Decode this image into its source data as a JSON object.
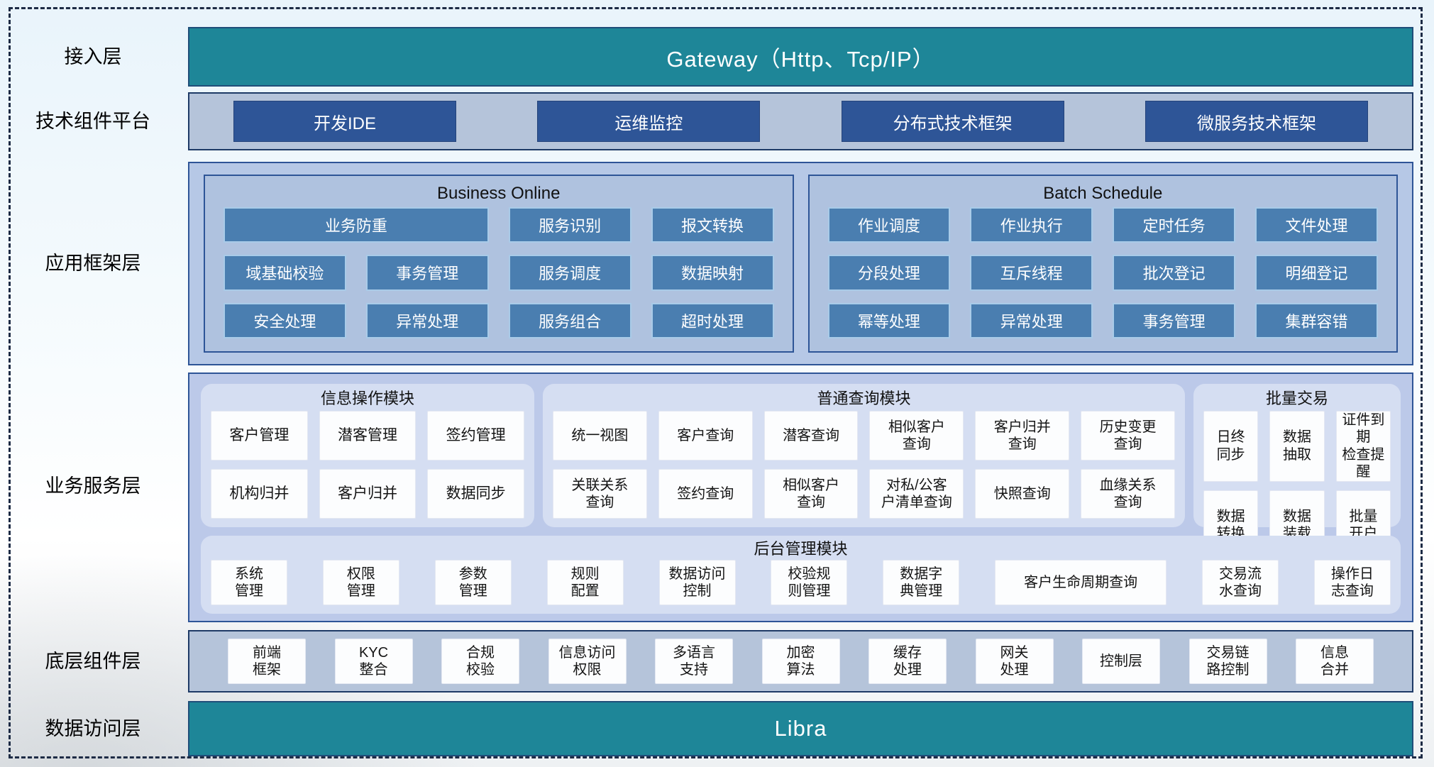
{
  "colors": {
    "teal_bar": "#1E8698",
    "teal_border": "#1F4E79",
    "navy_button": "#2E5597",
    "steel_button": "#4A7EB0",
    "steel_button_border": "#A9CBE8",
    "layer_light_steel": "#B5C4DA",
    "layer_periwinkle": "#B6C8E6",
    "service_panel": "#BCC9E9",
    "module_panel": "#D5DEF2",
    "chip_bg": "#FCFDFE",
    "frame_dash": "#1D2B45"
  },
  "layers": {
    "access": {
      "label": "接入层",
      "gateway_label": "Gateway（Http、Tcp/IP）"
    },
    "tech_platform": {
      "label": "技术组件平台",
      "items": [
        "开发IDE",
        "运维监控",
        "分布式技术框架",
        "微服务技术框架"
      ]
    },
    "app_framework": {
      "label": "应用框架层",
      "business_online": {
        "title": "Business Online",
        "wide_item": "业务防重",
        "items": [
          "服务识别",
          "报文转换",
          "域基础校验",
          "事务管理",
          "服务调度",
          "数据映射",
          "安全处理",
          "异常处理",
          "服务组合",
          "超时处理"
        ]
      },
      "batch_schedule": {
        "title": "Batch Schedule",
        "items": [
          "作业调度",
          "作业执行",
          "定时任务",
          "文件处理",
          "分段处理",
          "互斥线程",
          "批次登记",
          "明细登记",
          "幂等处理",
          "异常处理",
          "事务管理",
          "集群容错"
        ]
      }
    },
    "business_service": {
      "label": "业务服务层",
      "info_ops": {
        "title": "信息操作模块",
        "items": [
          "客户管理",
          "潜客管理",
          "签约管理",
          "机构归并",
          "客户归并",
          "数据同步"
        ]
      },
      "common_query": {
        "title": "普通查询模块",
        "items": [
          "统一视图",
          "客户查询",
          "潜客查询",
          "相似客户\n查询",
          "客户归并\n查询",
          "历史变更\n查询",
          "关联关系\n查询",
          "签约查询",
          "相似客户\n查询",
          "对私/公客\n户清单查询",
          "快照查询",
          "血缘关系\n查询"
        ]
      },
      "batch_trade": {
        "title": "批量交易",
        "items": [
          "日终\n同步",
          "数据\n抽取",
          "证件到期\n检查提醒",
          "数据\n转换",
          "数据\n装载",
          "批量\n开户"
        ]
      },
      "admin": {
        "title": "后台管理模块",
        "items_left": [
          "系统\n管理",
          "权限\n管理",
          "参数\n管理",
          "规则\n配置",
          "数据访问\n控制",
          "校验规\n则管理",
          "数据字\n典管理"
        ],
        "wide_item": "客户生命周期查询",
        "items_right": [
          "交易流\n水查询",
          "操作日\n志查询"
        ]
      }
    },
    "base_components": {
      "label": "底层组件层",
      "items": [
        "前端\n框架",
        "KYC\n整合",
        "合规\n校验",
        "信息访问\n权限",
        "多语言\n支持",
        "加密\n算法",
        "缓存\n处理",
        "网关\n处理",
        "控制层",
        "交易链\n路控制",
        "信息\n合并"
      ]
    },
    "data_access": {
      "label": "数据访问层",
      "libra_label": "Libra"
    }
  }
}
